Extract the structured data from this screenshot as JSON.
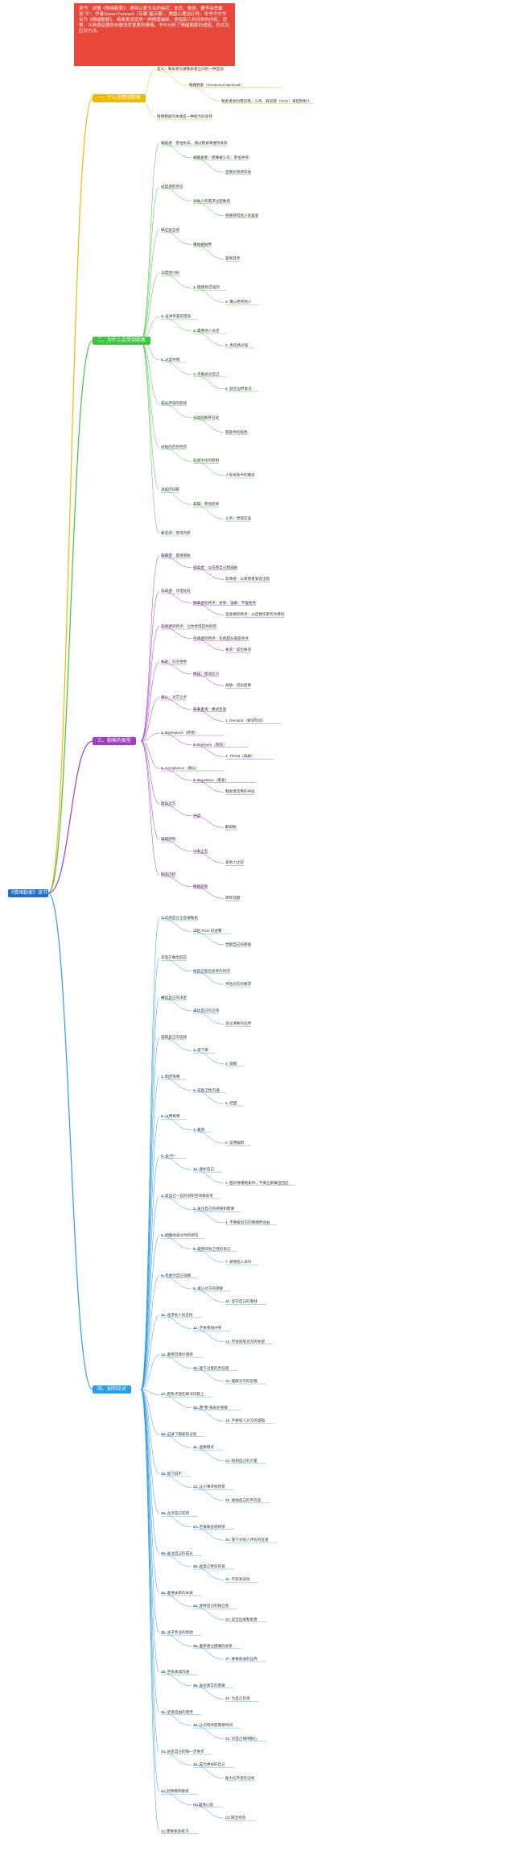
{
  "banner": {
    "text": "读书：读懂《情绪勒索》：遇到以爱为名的操控、依恋、敬畏，要学会勇敢说“不”。作者Susan Forward（苏珊·福沃德），美国心理治疗师。本书中文书名为《情绪勒索》，简单来说就是一种情感操纵，是指别人利用你的内疚、恐惧、义务感迫使你去做违背意愿的事情。书中分析了情绪勒索的成因、形式及应对方法。"
  },
  "root": "《情绪勒索》读书笔记",
  "branches": [
    {
      "label": "一、什么是情绪勒索",
      "color": "#f5b800"
    },
    {
      "label": "二、为什么会受到勒索",
      "color": "#3cc63f"
    },
    {
      "label": "三、勒索的类型",
      "color": "#a23cc6"
    },
    {
      "label": "四、如何应对",
      "color": "#2e9be8"
    }
  ],
  "b1_items": [
    "定义：勒索者与被勒索者之间的一种互动",
    "情绪勒索（emotional blackmail）",
    "勒索者会利用恐惧、义务、罪恶感（FOG）来控制别人",
    "情绪勒索的本质是一种权力的争夺"
  ],
  "b2_items": [
    "勒索者：害怕失去，通过勒索来维持关系",
    "被勒索者：想要被认可、害怕冲突",
    "自我价值感较低",
    "过度承担责任",
    "对他人的需求过度敏感",
    "想要获得他人的喜爱",
    "缺乏安全感",
    "害怕被抛弃",
    "容易自责",
    "习惯性讨好",
    "1. 情绪反应强烈",
    "2. 难以拒绝他人",
    "3. 对冲突容忍度低",
    "4. 需要他人肯定",
    "5. 责任感过强",
    "6. 过度共情",
    "7. 不敢表达自己",
    "8. 缺乏边界意识",
    "成长环境的影响",
    "父母的教养方式",
    "家庭中的角色",
    "过往的创伤经历",
    "社会文化的影响",
    "人际关系中的模式",
    "对爱的误解",
    "恐惧：害怕后果",
    "义务：觉得应该",
    "罪恶感：觉得内疚"
  ],
  "b3_items": [
    "施暴者：直接威胁",
    "自虐者：以伤害自己相威胁",
    "悲情者：以受害者姿态出现",
    "引诱者：许诺好处",
    "施暴者的特点：愤怒、强硬、不容拒绝",
    "自虐者的特点：以自我伤害作为筹码",
    "悲情者的特点：让你觉得是你的错",
    "引诱者的特点：先给甜头再提条件",
    "要求：提出要求",
    "抗拒：对方拒绝",
    "施压：施加压力",
    "威胁：说出后果",
    "顺从：对方让步",
    "旧事重演：模式反复",
    "1. Demand（要求阶段）",
    "2. Resistance（抗拒）",
    "3. Pressure（施压）",
    "4. Threat（威胁）",
    "5. Compliance（顺从）",
    "6. Repetition（重复）",
    "勒索者常用的手段",
    "贬低对方",
    "冷战",
    "翻旧账",
    "道德绑架",
    "以爱之名",
    "拿他人比较",
    "制造内疚",
    "情感疏离",
    "转移话题"
  ],
  "b4_items": [
    "认识到自己正在被勒索",
    "识别 FOG 的迷雾",
    "觉察自己的感受",
    "不急于做出回应",
    "给自己留出思考的时间",
    "评估对方的要求",
    "做出自己的决定",
    "表达自己的立场",
    "设立清晰的边界",
    "坚持自己的选择",
    "1. 停下来",
    "2. 观察",
    "3. 制定策略",
    "4. 非防卫性沟通",
    "5. 结盟",
    "6. 以物易物",
    "7. 教育",
    "8. 运用幽默",
    "9. 说“不”",
    "10. 保护自己",
    "1. 面对情绪勒索时，不要立即做出回应",
    "2. 给自己一些时间和空间来思考",
    "3. 关注自己的感受和需要",
    "4. 不要被对方的情绪所左右",
    "5. 明确地表达你的想法",
    "6. 使用非防卫性的语言",
    "7. 避免陷入争吵",
    "8. 不要为自己辩解",
    "9. 承认对方的感受",
    "10. 坚守自己的底线",
    "11. 寻求他人的支持",
    "12. 不要害怕冲突",
    "13. 学会接受对方的失望",
    "14. 重建自我价值感",
    "15. 放下过度的责任感",
    "16. 理解对方的恐惧",
    "17. 把焦点放在解决问题上",
    "18. 用“我”来表达感受",
    "19. 不要陷入对方的逻辑",
    "20. 记录下勒索的过程",
    "21. 观察模式",
    "22. 找到自己的力量",
    "23. 练习说不",
    "24. 从小事开始改变",
    "25. 接纳自己的不完美",
    "26. 允许自己犯错",
    "27. 不被罪恶感绑架",
    "28. 放下对他人评价的在意",
    "29. 关注自己的成长",
    "30. 给自己更多的爱",
    "31. 不轻易妥协",
    "32. 看清关系的本质",
    "33. 保持自己的独立性",
    "34. 适当远离勒索者",
    "35. 寻求专业的帮助",
    "36. 重新建立健康的关系",
    "37. 尊重彼此的边界",
    "38. 学会真诚沟通",
    "39. 表达真实的需要",
    "40. 为自己负责",
    "41. 享受自由的感觉",
    "42. 认识到改变需要时间",
    "43. 对自己保持耐心",
    "44. 肯定自己的每一步进步",
    "45. 成为更好的自己",
    "能力与不足的分析",
    "(1) 对情绪的敏感",
    "(2) 容易心软",
    "(3) 缺乏经验",
    "(4) 需要更多练习"
  ]
}
